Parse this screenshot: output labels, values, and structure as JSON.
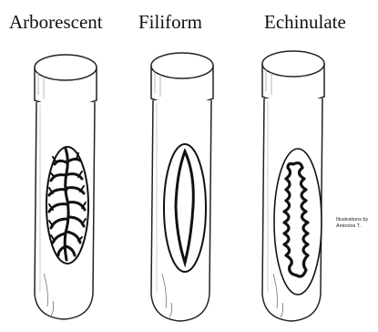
{
  "labels": {
    "arborescent": "Arborescent",
    "filiform": "Filiform",
    "echinulate": "Echinulate"
  },
  "credit": {
    "line1": "Illustrations by",
    "line2": "Antonios T."
  }
}
